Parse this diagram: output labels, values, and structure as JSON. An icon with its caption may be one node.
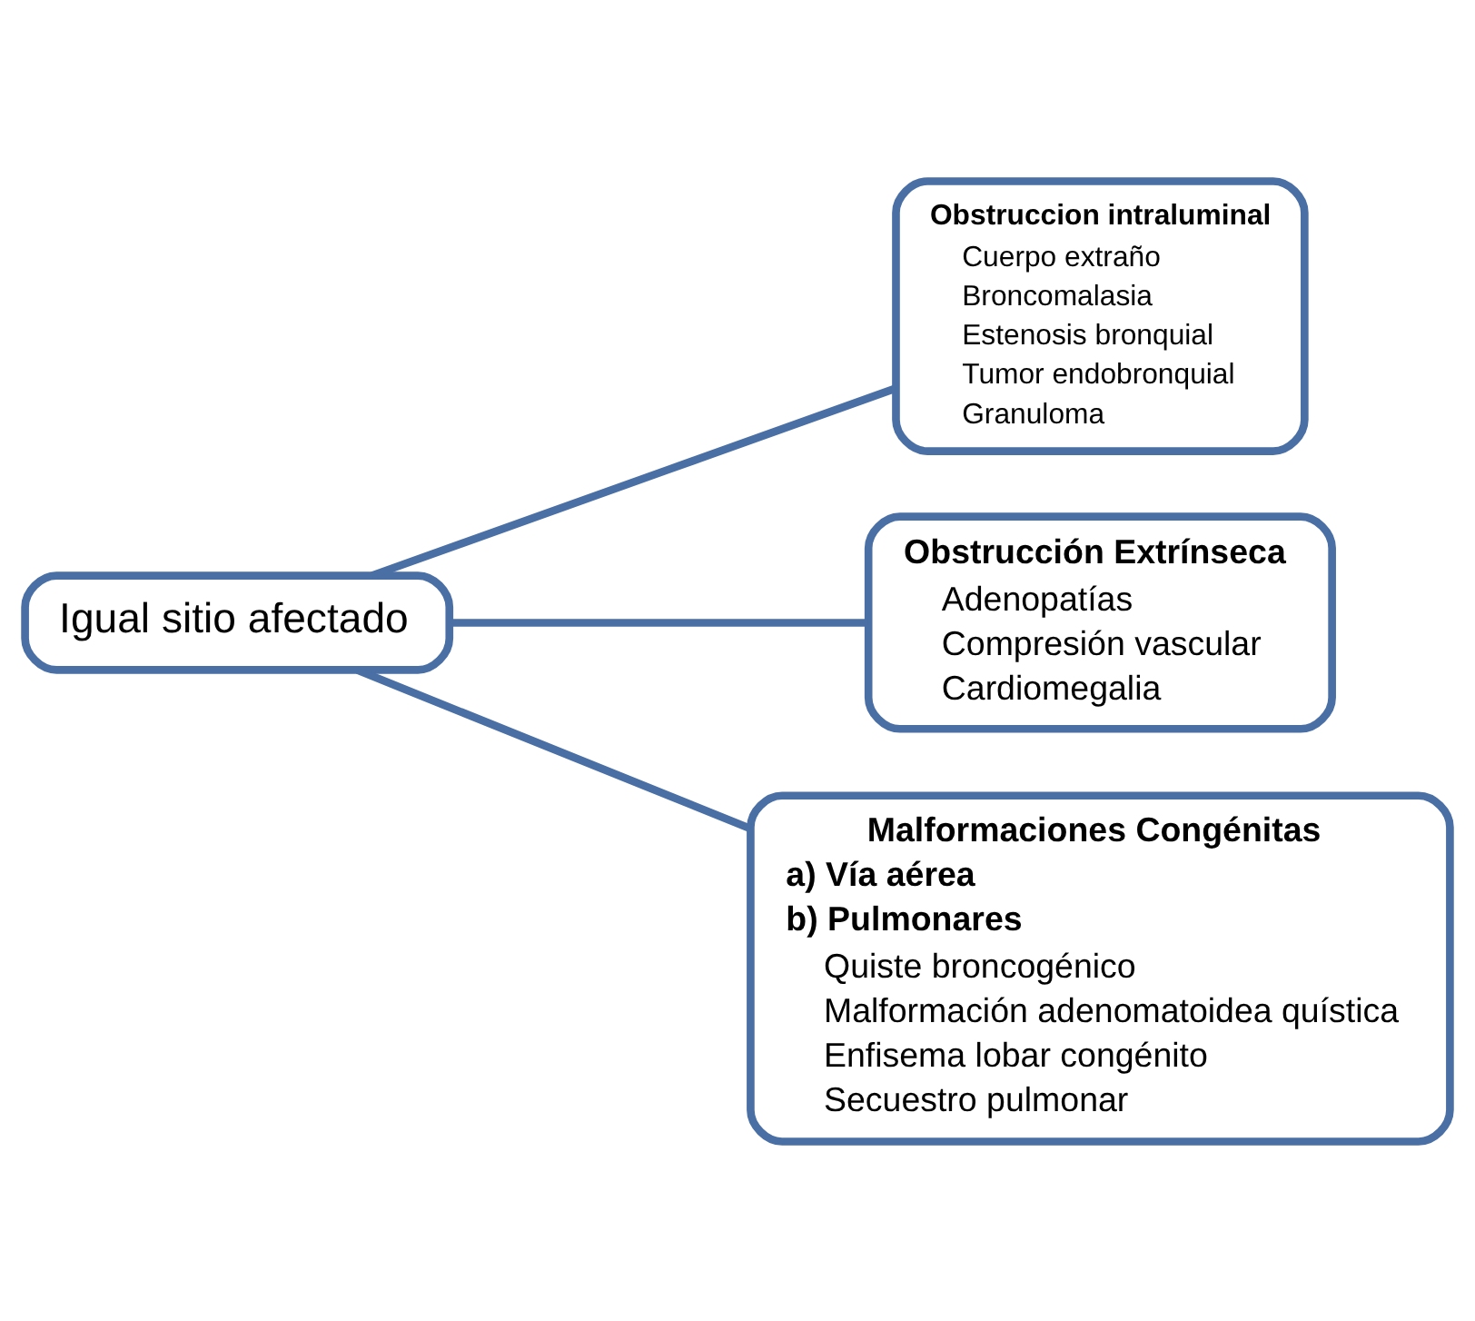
{
  "diagram": {
    "nodes": [
      {
        "text": [
          "Igual sitio afectado"
        ]
      },
      {
        "text": [
          "Obstruccion intraluminal",
          "Cuerpo extraño",
          "Broncomalasia",
          "Estenosis bronquial",
          "Tumor endobronquial",
          "Granuloma"
        ]
      },
      {
        "text": [
          "Obstrucción Extrínseca",
          "Adenopatías",
          "Compresión vascular",
          "Cardiomegalia"
        ]
      },
      {
        "text": [
          "Malformaciones Congénitas",
          "a) Vía aérea",
          "b) Pulmonares",
          "Quiste broncogénico",
          "Malformación adenomatoidea quística",
          "Enfisema lobar congénito",
          "Secuestro pulmonar"
        ]
      }
    ],
    "edges": [
      {
        "from": 0,
        "to": 1,
        "arrow": "none"
      },
      {
        "from": 0,
        "to": 2,
        "arrow": "none"
      },
      {
        "from": 0,
        "to": 3,
        "arrow": "none"
      }
    ]
  }
}
